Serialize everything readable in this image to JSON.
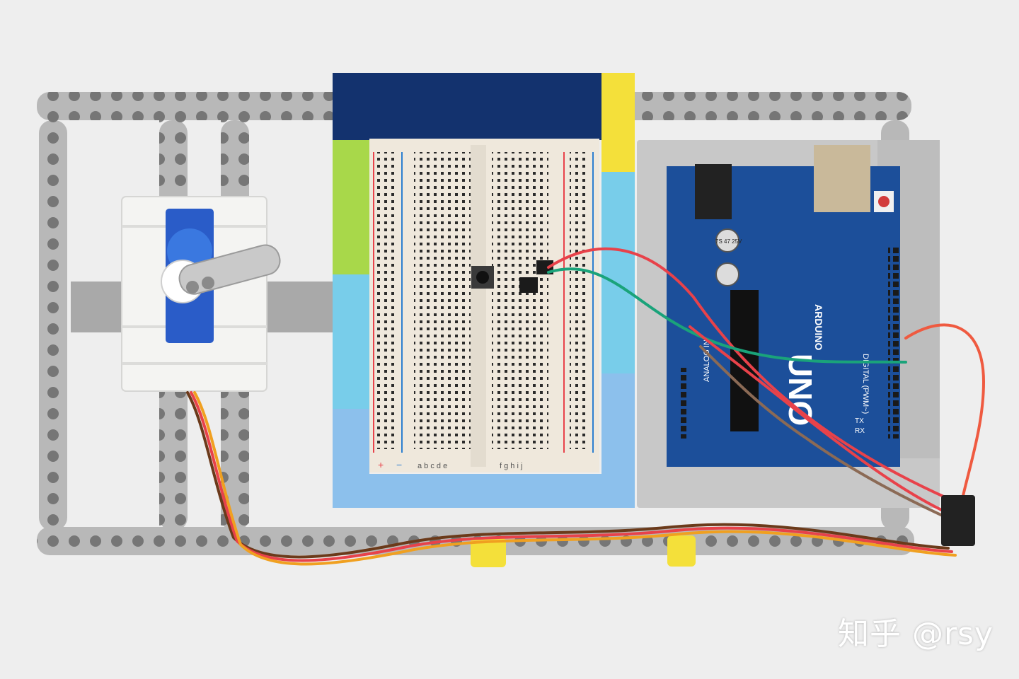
{
  "photo": {
    "subject": "LEGO-framed Arduino servo and pushbutton circuit",
    "colors": {
      "background": "#eeeeee",
      "technic_gray": "#b8b8b8",
      "technic_hole": "#6f6f6f",
      "lego_navy": "#13326e",
      "lego_yellow": "#f4e03a",
      "lego_lime": "#a8d84a",
      "lego_sky": "#78cdea",
      "lego_light_blue": "#8cc0ec",
      "lego_white": "#f4f4f2",
      "arduino_blue": "#1c4f9a",
      "breadboard": "#efe8dc",
      "wire_red": "#e8424a",
      "wire_green": "#1aa37a",
      "wire_brown": "#8b6a55",
      "wire_orange": "#f0a020"
    }
  },
  "breadboard": {
    "column_letters_left": "a b c d e",
    "column_letters_right": "f g h i j",
    "plus_sign": "+",
    "minus_sign": "−"
  },
  "arduino": {
    "logo_text": "ARDUINO",
    "model_text": "UNO",
    "digital_label": "DIGITAL (PWM~)",
    "analog_label": "ANALOG IN",
    "cap_label": "7S 47 25V",
    "tx_label": "TX",
    "rx_label": "RX"
  },
  "watermark": "知乎 @rsy"
}
